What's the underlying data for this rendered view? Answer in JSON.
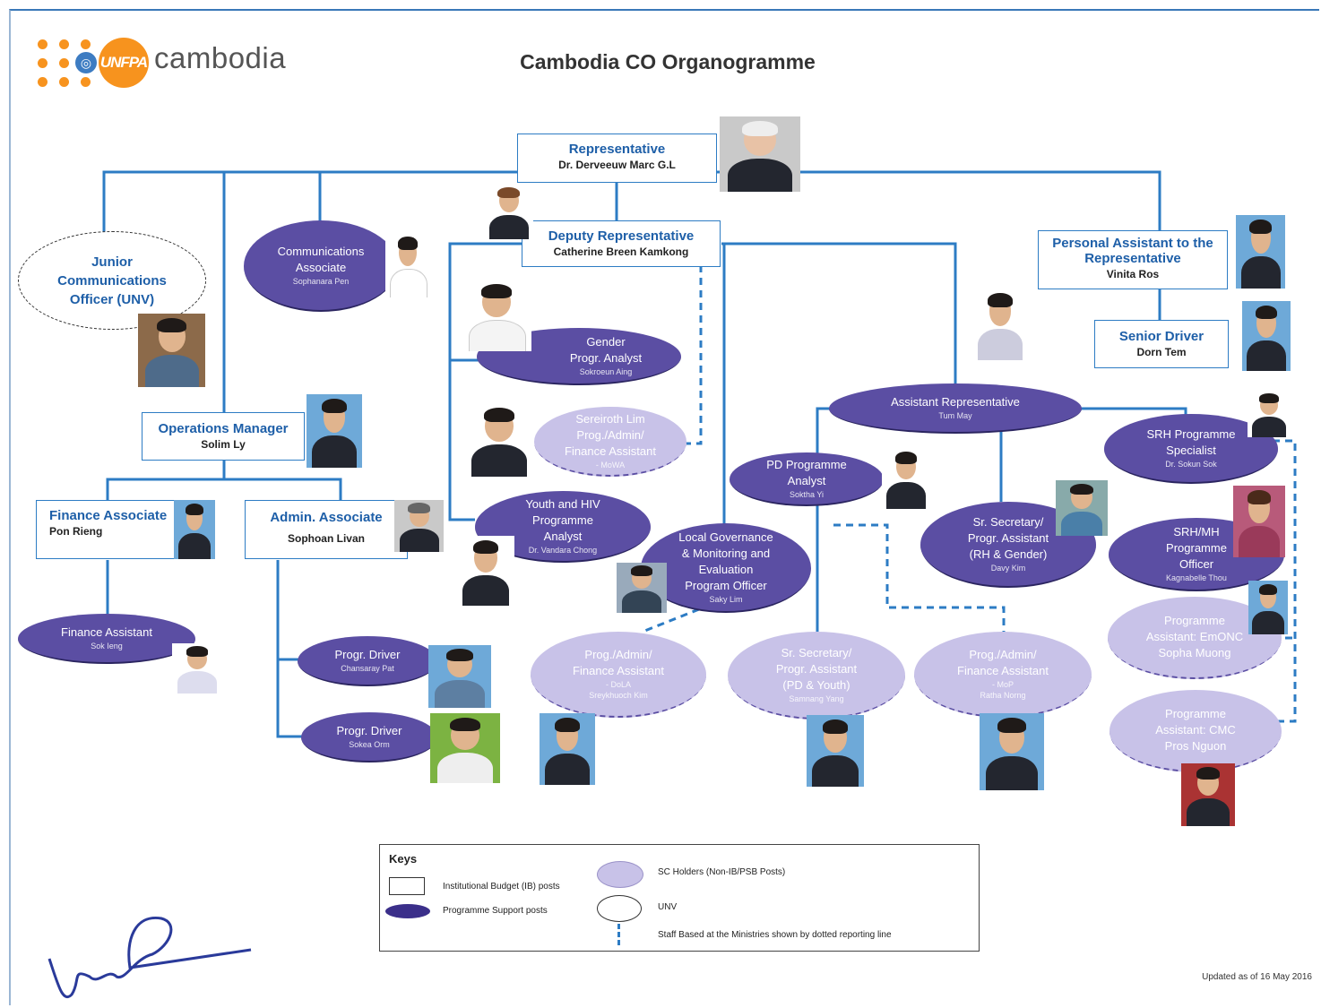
{
  "header": {
    "brand": "cambodia",
    "logo_text": "UNFPA",
    "title": "Cambodia CO Organogramme"
  },
  "nodes": {
    "representative": {
      "role": "Representative",
      "name": "Dr. Derveeuw Marc G.L"
    },
    "deputy": {
      "role": "Deputy Representative",
      "name": "Catherine Breen Kamkong"
    },
    "junior_comm": {
      "role_lines": [
        "Junior",
        "Communications",
        "Officer (UNV)"
      ]
    },
    "comm_associate": {
      "role_lines": [
        "Communications",
        "Associate"
      ],
      "name": "Sophanara Pen"
    },
    "pa_rep": {
      "role_lines": [
        "Personal Assistant to the",
        "Representative"
      ],
      "name": "Vinita Ros"
    },
    "senior_driver": {
      "role": "Senior Driver",
      "name": "Dorn Tem"
    },
    "ops_manager": {
      "role": "Operations Manager",
      "name": "Solim Ly"
    },
    "finance_associate": {
      "role": "Finance Associate",
      "name": "Pon Rieng"
    },
    "admin_associate": {
      "role": "Admin. Associate",
      "name": "Sophoan Livan"
    },
    "finance_assistant": {
      "role": "Finance Assistant",
      "name": "Sok Ieng"
    },
    "driver1": {
      "role": "Progr. Driver",
      "name": "Chansaray Pat"
    },
    "driver2": {
      "role": "Progr. Driver",
      "name": "Sokea Orm"
    },
    "gender_analyst": {
      "role_lines": [
        "Gender",
        "Progr. Analyst"
      ],
      "name": "Sokroeun Aing"
    },
    "fa_mowa": {
      "role_lines": [
        "Sereiroth Lim",
        "Prog./Admin/",
        "Finance Assistant"
      ],
      "name": "- MoWA"
    },
    "youth_hiv": {
      "role_lines": [
        "Youth and HIV",
        "Programme",
        "Analyst"
      ],
      "name": "Dr. Vandara Chong"
    },
    "local_gov": {
      "role_lines": [
        "Local Governance",
        "& Monitoring and",
        "Evaluation",
        "Program Officer"
      ],
      "name": "Saky Lim"
    },
    "fa_dola": {
      "role_lines": [
        "Prog./Admin/",
        "Finance Assistant"
      ],
      "name_lines": [
        "- DoLA",
        "Sreykhuoch Kim"
      ]
    },
    "asst_rep": {
      "role": "Assistant Representative",
      "name": "Tum May"
    },
    "pd_analyst": {
      "role_lines": [
        "PD Programme",
        "Analyst"
      ],
      "name": "Soktha Yi"
    },
    "sr_sec_rh": {
      "role_lines": [
        "Sr. Secretary/",
        "Progr. Assistant",
        "(RH & Gender)"
      ],
      "name": "Davy Kim"
    },
    "srh_specialist": {
      "role_lines": [
        "SRH Programme",
        "Specialist"
      ],
      "name": "Dr. Sokun Sok"
    },
    "srh_mh": {
      "role_lines": [
        "SRH/MH",
        "Programme",
        "Officer"
      ],
      "name": "Kagnabelle Thou"
    },
    "sr_sec_pd": {
      "role_lines": [
        "Sr. Secretary/",
        "Progr. Assistant",
        "(PD & Youth)"
      ],
      "name": "Samnang Yang"
    },
    "fa_mop": {
      "role_lines": [
        "Prog./Admin/",
        "Finance Assistant"
      ],
      "name_lines": [
        "- MoP",
        "Ratha Norng"
      ]
    },
    "emonc": {
      "role_lines": [
        "Programme",
        "Assistant: EmONC",
        "Sopha Muong"
      ]
    },
    "cmc": {
      "role_lines": [
        "Programme",
        "Assistant: CMC",
        "Pros Nguon"
      ]
    }
  },
  "keys": {
    "title": "Keys",
    "ib": "Institutional Budget (IB) posts",
    "ps": "Programme Support  posts",
    "sc": "SC Holders (Non-IB/PSB Posts)",
    "unv": "UNV",
    "dotted": "Staff Based at the Ministries shown by dotted reporting line"
  },
  "footer": {
    "updated": "Updated as of 16 May 2016"
  },
  "colors": {
    "line": "#2d7cc4",
    "ps": "#5b4ea3",
    "sc": "#c8c2e8",
    "brand": "#f7931e",
    "role_text": "#1e5fa8"
  }
}
